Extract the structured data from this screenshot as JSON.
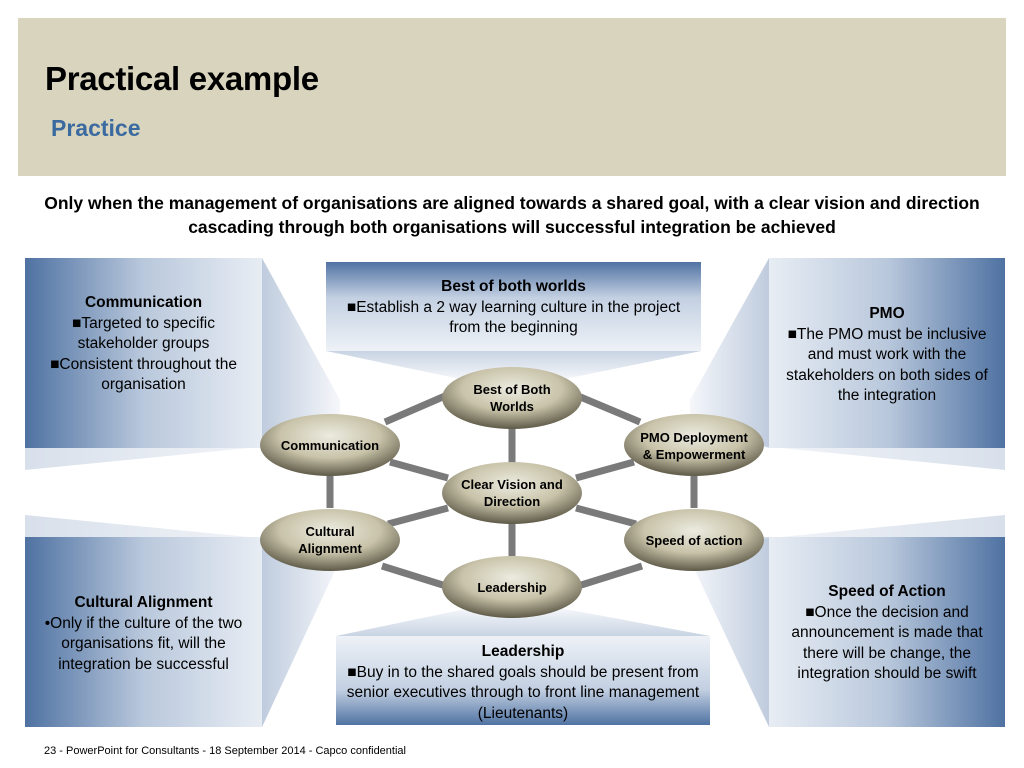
{
  "slide": {
    "title": "Practical example",
    "subtitle": "Practice",
    "statement": "Only when the management of organisations are aligned towards a shared goal, with a clear vision and direction cascading through both organisations will successful integration be achieved",
    "footer": "23 - PowerPoint for Consultants - 18 September 2014 - Capco confidential"
  },
  "boxes": {
    "communication": {
      "title": "Communication",
      "lines": [
        "■Targeted to specific stakeholder groups",
        "■Consistent throughout the organisation"
      ]
    },
    "best_of_both": {
      "title": "Best of both worlds",
      "lines": [
        "■Establish a 2 way learning culture in the project from the beginning"
      ]
    },
    "pmo": {
      "title": "PMO",
      "lines": [
        "■The PMO must be inclusive and must work with the stakeholders on both sides of the integration"
      ]
    },
    "cultural": {
      "title": "Cultural Alignment",
      "lines": [
        "•Only if the culture of the two organisations fit, will the integration be successful"
      ]
    },
    "leadership": {
      "title": "Leadership",
      "lines": [
        "■Buy in to the shared goals should be present from senior executives through to front line management (Lieutenants)"
      ]
    },
    "speed": {
      "title": "Speed of Action",
      "lines": [
        "■Once the decision and announcement is made that there will be change, the integration should be swift"
      ]
    }
  },
  "nodes": {
    "best": "Best of Both Worlds",
    "communication": "Communication",
    "pmo": "PMO Deployment & Empowerment",
    "center": "Clear Vision and Direction",
    "cultural": "Cultural Alignment",
    "speed": "Speed of action",
    "leadership": "Leadership"
  },
  "colors": {
    "header_bg": "#d8d4bd",
    "subtitle": "#3a6aa0",
    "box_dark": "#5073a3",
    "box_light": "#e6ebf3",
    "node_fill": "#c8c3a9",
    "node_dark": "#5e5a48",
    "connector": "#7a7a7a"
  }
}
